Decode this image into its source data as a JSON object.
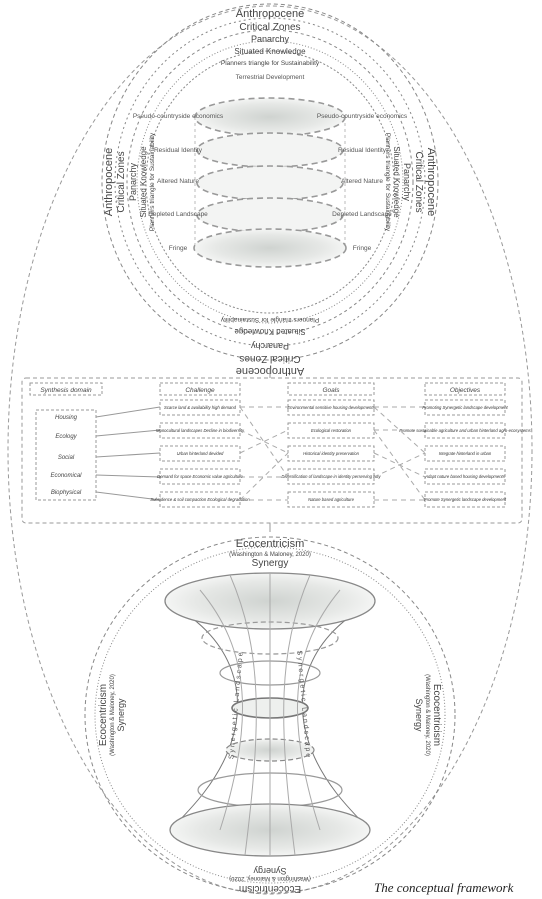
{
  "top_circle": {
    "rings": [
      "Anthropocene",
      "Critical Zones",
      "Panarchy",
      "Situated Knowledge",
      "Planners triangle for Sustainability"
    ],
    "layers_left": [
      "Pseudo-countryside economics",
      "Residual Identity",
      "Altered Nature",
      "Depleted Landscape",
      "Fringe"
    ],
    "layers_right": [
      "Pseudo-countryside economics",
      "Residual Identity",
      "Altered Nature",
      "Depleted Landscape",
      "Fringe"
    ],
    "top_label": "Terrestrial Development"
  },
  "table": {
    "headers": [
      "Synthesis domain",
      "Challenge",
      "Goals",
      "Objectives"
    ],
    "domains": [
      "Housing",
      "Ecology",
      "Social",
      "Economical",
      "Biophysical"
    ],
    "challenges": [
      "Scarce land & availability high demand",
      "Monocultural landscapes Decline in biodiversity",
      "Urban hinterland devided",
      "Demand for space Economic value agriculture",
      "Subsidence & soil compaction Ecological degradation"
    ],
    "goals": [
      "Environmental sensitive housing developments",
      "Ecological restoration",
      "Historical identity preservation",
      "Diversification of landscape in identity perserving way",
      "Nature based agriculture"
    ],
    "objectives": [
      "Promoting Synergetic landscape development",
      "Promote sustainable agriculture and urban hinterland agro-ecosystems",
      "Integrate hinterland in urban",
      "Adapt nature based housing developments",
      "Promote Synergetic landscape development"
    ]
  },
  "bottom": {
    "title": "Ecocentricism",
    "citation": "(Washington & Maloney, 2020)",
    "subtitle": "Synergy",
    "center_label": "Synergetic Landscape"
  },
  "caption": "The conceptual framework"
}
